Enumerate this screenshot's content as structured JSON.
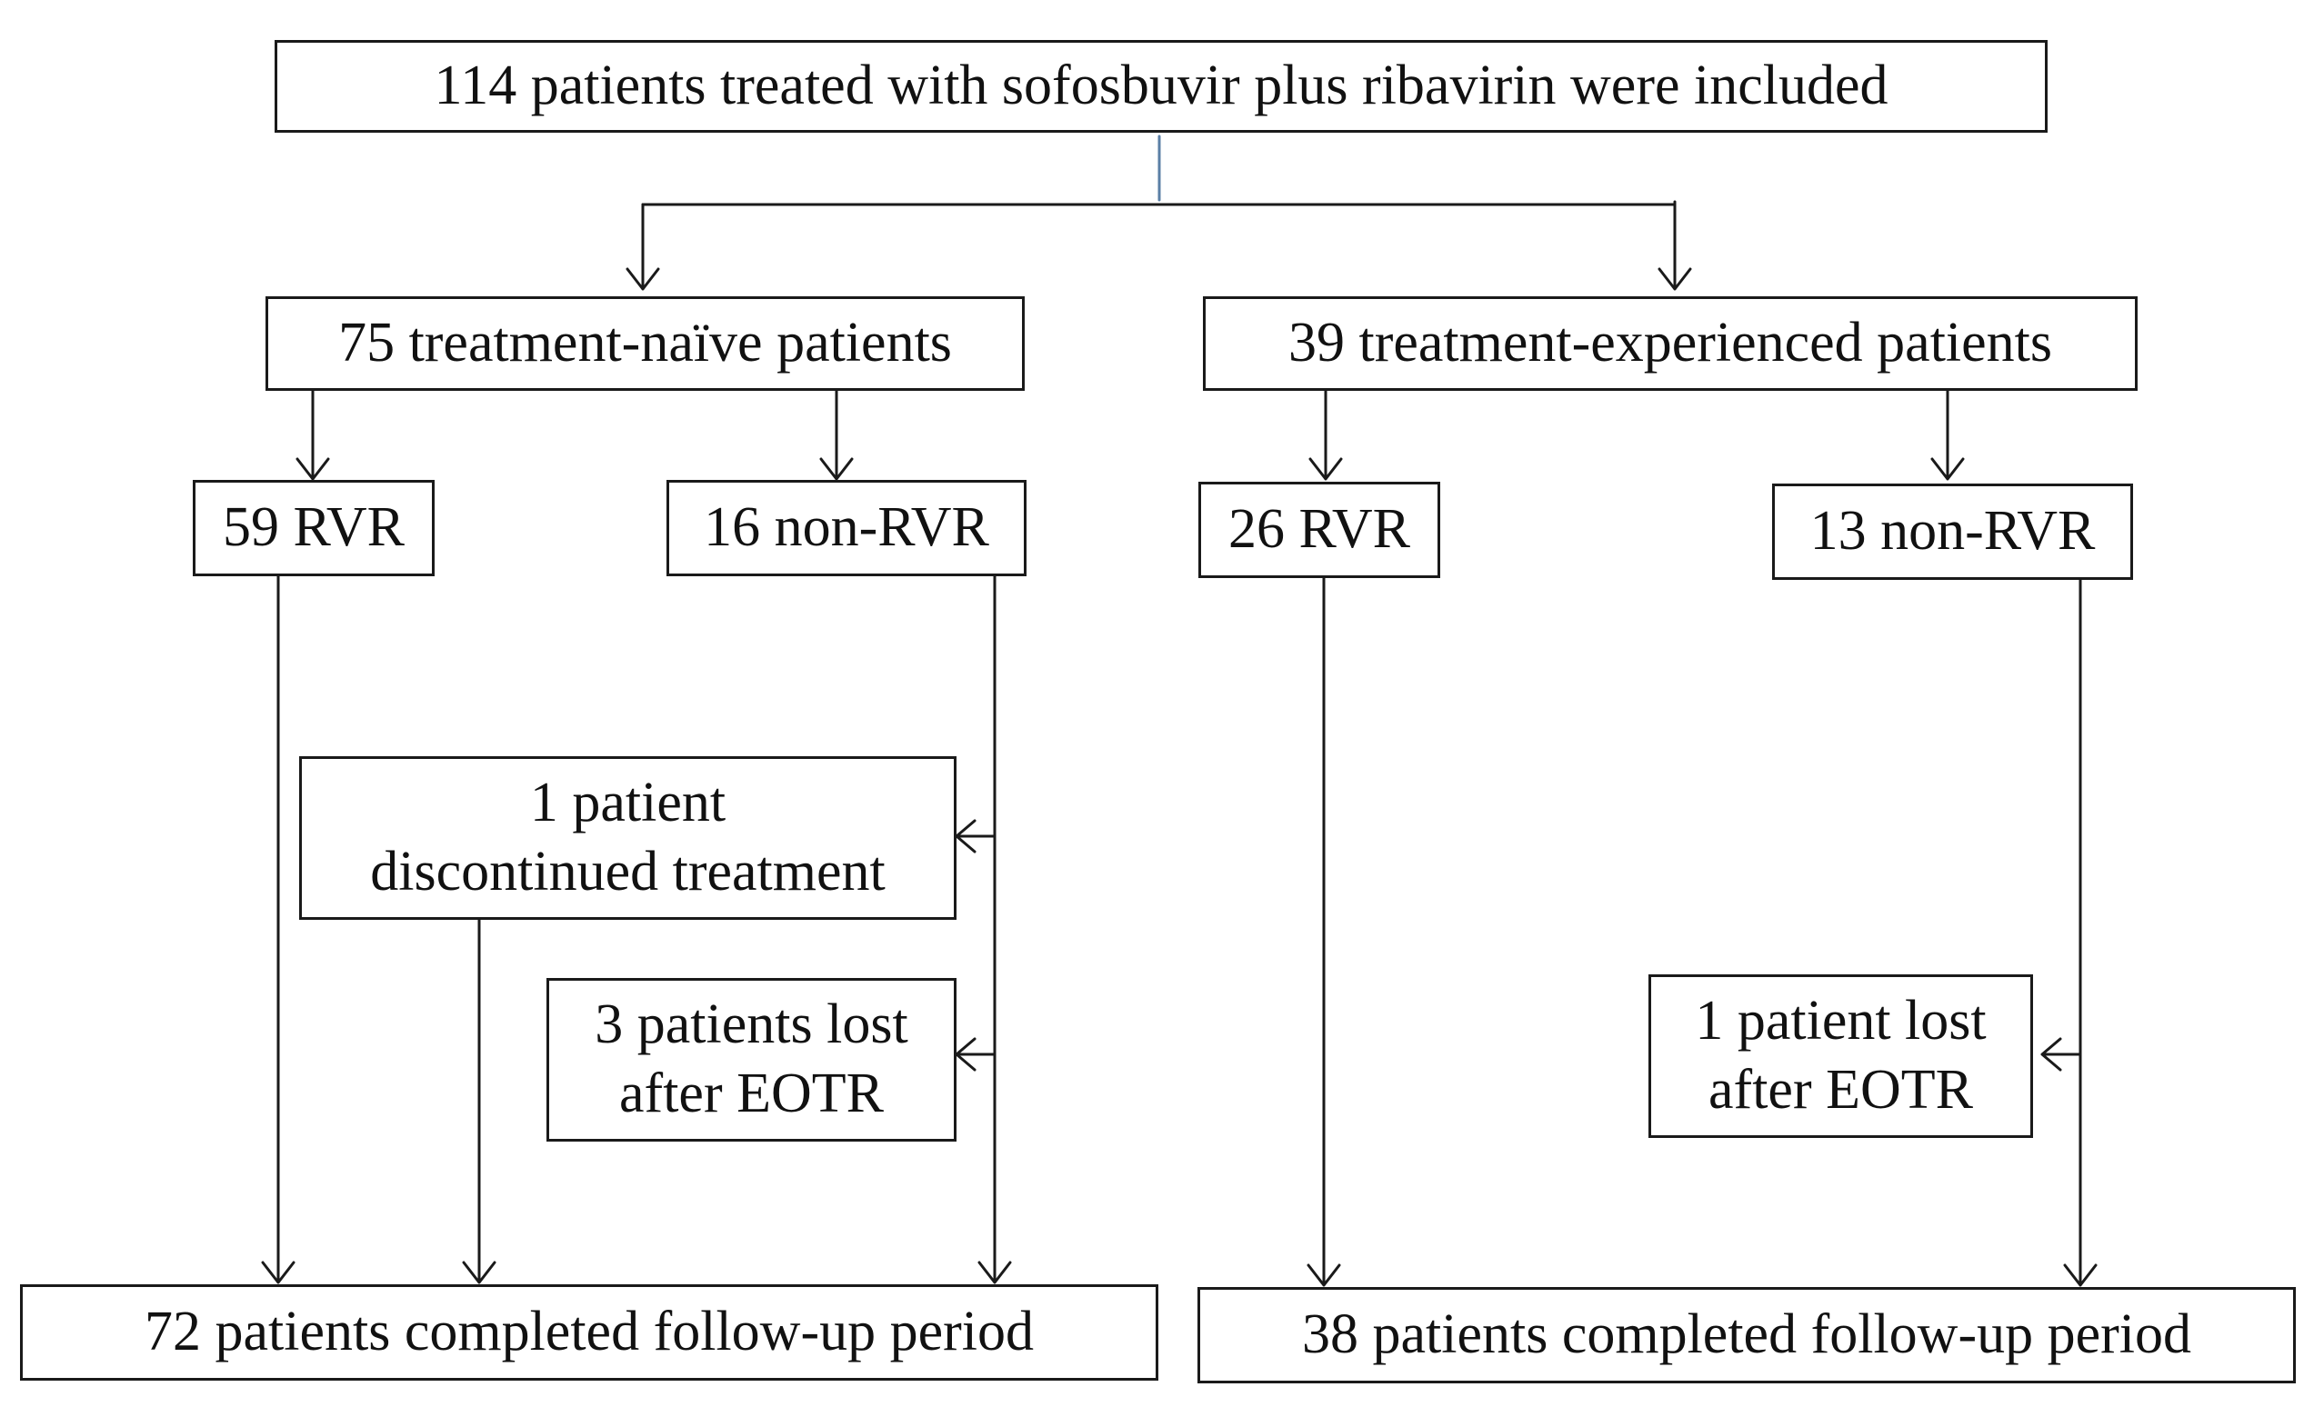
{
  "boxes": {
    "included": {
      "text": "114 patients  treated with sofosbuvir  plus  ribavirin  were included"
    },
    "naive": {
      "text": "75 treatment-naïve  patients"
    },
    "experienced": {
      "text": "39 treatment-experienced  patients"
    },
    "naive_rvr": {
      "text": "59 RVR"
    },
    "naive_non_rvr": {
      "text": "16 non-RVR"
    },
    "exp_rvr": {
      "text": "26 RVR"
    },
    "exp_non_rvr": {
      "text": "13 non-RVR"
    },
    "naive_discontinued": {
      "line1": "1 patient",
      "line2": "discontinued  treatment"
    },
    "naive_lost": {
      "line1": "3 patients lost",
      "line2": "after EOTR"
    },
    "exp_lost": {
      "line1": "1 patient lost",
      "line2": "after EOTR"
    },
    "naive_completed": {
      "text": "72 patients completed  follow-up  period"
    },
    "exp_completed": {
      "text": "38 patients completed  follow-up  period"
    }
  },
  "colors": {
    "line": "#1a1a1a",
    "stem": "#5b7fa6"
  }
}
